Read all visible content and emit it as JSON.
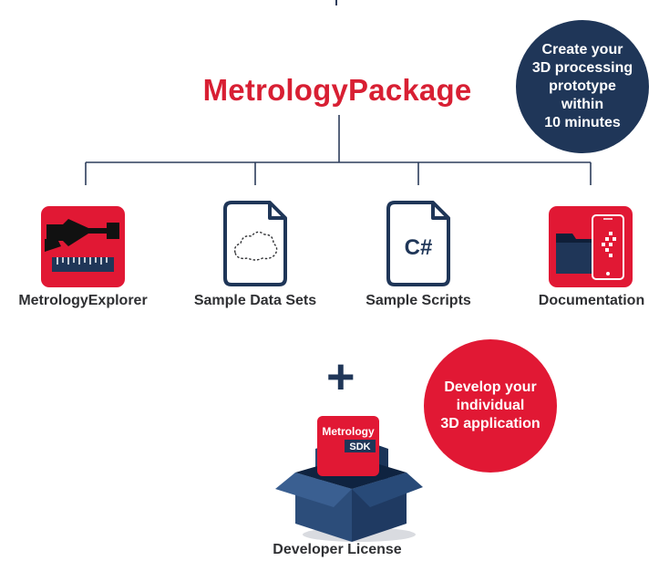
{
  "diagram": {
    "title": "MetrologyPackage",
    "top_bubble": "Create your\n3D processing\nprototype\nwithin\n10 minutes",
    "items": [
      {
        "label": "MetrologyExplorer",
        "icon": "metrology-explorer-icon"
      },
      {
        "label": "Sample Data Sets",
        "icon": "data-file-icon"
      },
      {
        "label": "Sample Scripts",
        "icon": "csharp-file-icon"
      },
      {
        "label": "Documentation",
        "icon": "documentation-icon"
      }
    ],
    "plus": "+",
    "bottom_bubble": "Develop your\nindividual\n3D application",
    "box_text": "Metrology",
    "box_badge": "SDK",
    "box_label": "Developer License",
    "colors": {
      "red": "#e11834",
      "navy": "#1f3658",
      "text": "#2f3033"
    }
  }
}
